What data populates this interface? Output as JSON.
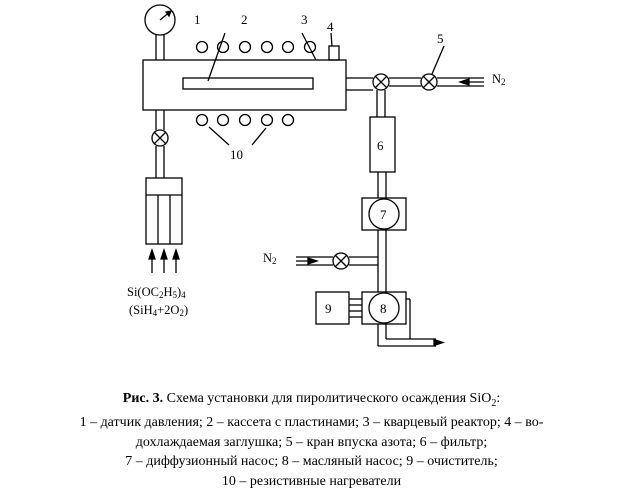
{
  "diagram": {
    "labels": {
      "l1": "1",
      "l2": "2",
      "l3": "3",
      "l4": "4",
      "l5": "5",
      "l6": "6",
      "l7": "7",
      "l8": "8",
      "l9": "9",
      "l10": "10"
    },
    "n2_right": {
      "main": "N",
      "sub": "2"
    },
    "n2_left": {
      "main": "N",
      "sub": "2"
    },
    "source_line1": {
      "a": "Si(OC",
      "b": "2",
      "c": "H",
      "d": "5",
      "e": ")",
      "f": "4"
    },
    "source_line2": {
      "a": "(SiH",
      "b": "4",
      "c": "+2O",
      "d": "2",
      "e": ")"
    }
  },
  "caption": {
    "fig_label": "Рис. 3.",
    "title_text": " Схема установки для пиролитического осаждения SiO",
    "title_sub": "2",
    "title_end": ":",
    "line2": "1 – датчик давления; 2 – кассета с пластинами; 3 – кварцевый реактор; 4 – во-",
    "line3": "дохлаждаемая заглушка; 5 – кран впуска азота; 6 – фильтр;",
    "line4": "7 – диффузионный насос; 8 – масляный насос; 9 – очиститель;",
    "line5": "10 – резистивные нагреватели"
  }
}
